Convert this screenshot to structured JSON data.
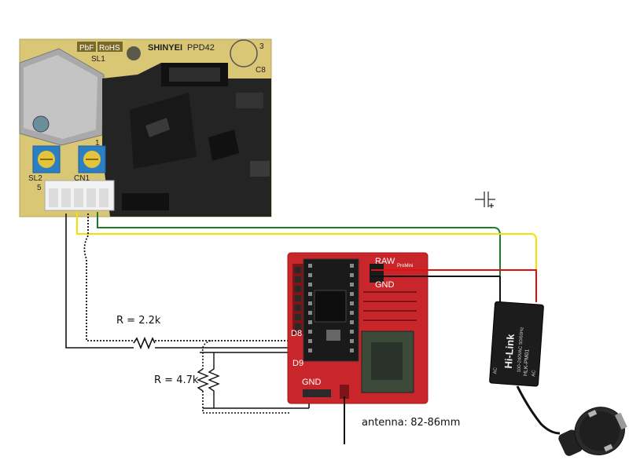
{
  "sensor": {
    "badge_pbf": "PbF",
    "badge_rohs": "RoHS",
    "brand": "SHINYEI",
    "model": "PPD42",
    "sl1": "SL1",
    "sl2": "SL2",
    "cn1": "CN1",
    "c8": "C8",
    "pin3": "3",
    "pin5": "5",
    "pin1": "1"
  },
  "mcu": {
    "raw": "RAW",
    "gnd_top": "GND",
    "d8": "D8",
    "d9": "D9",
    "gnd_bottom": "GND",
    "promini": "ProMini"
  },
  "psu": {
    "brand": "Hi-Link",
    "model": "HLK-PM01"
  },
  "labels": {
    "r1": "R = 2.2k",
    "r2": "R = 4.7k",
    "antenna": "antenna: 82-86mm"
  },
  "colors": {
    "green_wire": "#1f7a2e",
    "yellow_wire": "#f2e200",
    "red_wire": "#e01010",
    "black_wire": "#111111",
    "board_red": "#c8262a",
    "sensor_pcb": "#d8c472"
  }
}
